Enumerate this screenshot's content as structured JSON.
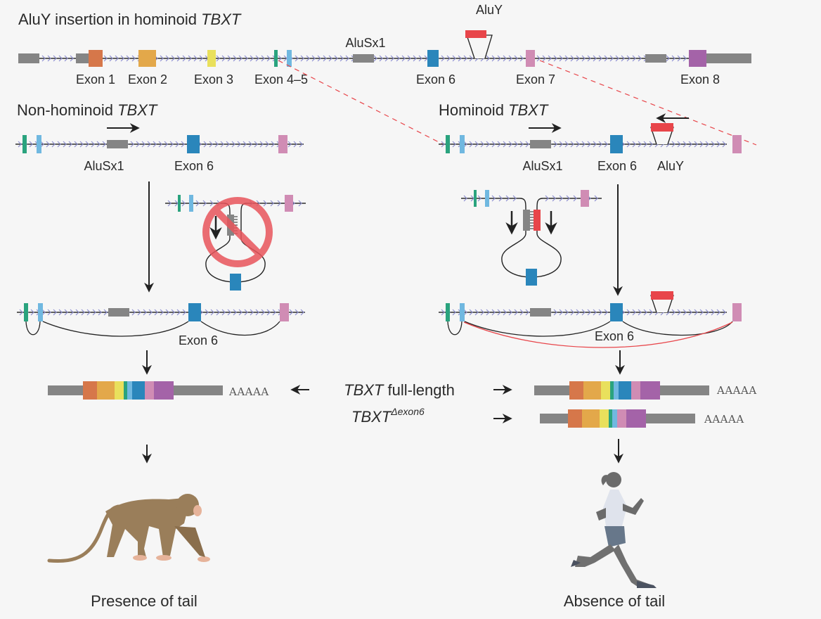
{
  "colors": {
    "background": "#f6f6f6",
    "utr_grey": "#858585",
    "intron_line": "#2d2d2d",
    "intron_chevron": "#8d8fd0",
    "exon1": "#d6774a",
    "exon2": "#e3a84a",
    "exon3": "#e9e05c",
    "exon4": "#2aa37e",
    "exon5": "#70b8e0",
    "exon6": "#2a86bb",
    "exon7": "#d08cb4",
    "exon8": "#a463a8",
    "aluy": "#e8454a",
    "dashed_link": "#e8454a",
    "skip_junction": "#e8454a",
    "prohibited": "#e8555c"
  },
  "top_panel": {
    "title_plain": "AluY insertion in hominoid ",
    "title_gene": "TBXT",
    "aluy_label": "AluY",
    "alusx1_label": "AluSx1",
    "exons": [
      {
        "id": "exon1",
        "label": "Exon 1"
      },
      {
        "id": "exon2",
        "label": "Exon 2"
      },
      {
        "id": "exon3",
        "label": "Exon 3"
      },
      {
        "id": "exon45",
        "label": "Exon 4–5"
      },
      {
        "id": "exon6",
        "label": "Exon 6"
      },
      {
        "id": "exon7",
        "label": "Exon 7"
      },
      {
        "id": "exon8",
        "label": "Exon 8"
      }
    ]
  },
  "left_panel": {
    "title_plain": "Non-hominoid ",
    "title_gene": "TBXT",
    "alusx1_label": "AluSx1",
    "exon6_label": "Exon 6",
    "spliced_exon6_label": "Exon 6",
    "hairpin_status": "prohibited",
    "outcome": "Presence of tail",
    "organism": "monkey"
  },
  "right_panel": {
    "title_plain": "Hominoid ",
    "title_gene": "TBXT",
    "alusx1_label": "AluSx1",
    "exon6_label": "Exon 6",
    "aluy_label": "AluY",
    "spliced_exon6_label": "Exon 6",
    "hairpin_status": "allowed",
    "outcome": "Absence of tail",
    "organism": "human runner"
  },
  "transcripts": {
    "full_length_gene": "TBXT",
    "full_length_suffix": " full-length",
    "delta_gene": "TBXT",
    "delta_superscript": "Δexon6",
    "polya_tail": "AAAAA",
    "full_length_exons": [
      "exon1",
      "exon2",
      "exon3",
      "exon4",
      "exon5",
      "exon6",
      "exon7",
      "exon8"
    ],
    "delta_exon6_exons": [
      "exon1",
      "exon2",
      "exon3",
      "exon4",
      "exon5",
      "exon7",
      "exon8"
    ],
    "left_isoforms": [
      "full_length"
    ],
    "right_isoforms": [
      "full_length",
      "delta_exon6"
    ]
  }
}
